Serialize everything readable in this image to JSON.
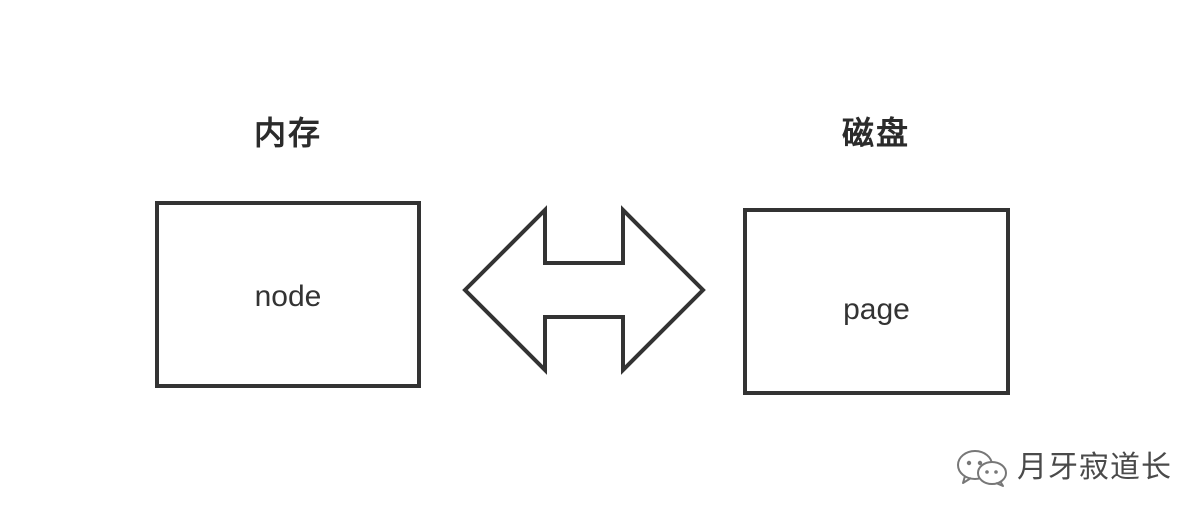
{
  "memory": {
    "title": "内存",
    "box_label": "node"
  },
  "disk": {
    "title": "磁盘",
    "box_label": "page"
  },
  "connector": {
    "type": "double-arrow",
    "icon": "double-arrow-icon"
  },
  "watermark": {
    "icon": "wechat-icon",
    "text": "月牙寂道长"
  },
  "colors": {
    "stroke": "#333333",
    "text": "#2b2b2b",
    "background": "#ffffff"
  }
}
